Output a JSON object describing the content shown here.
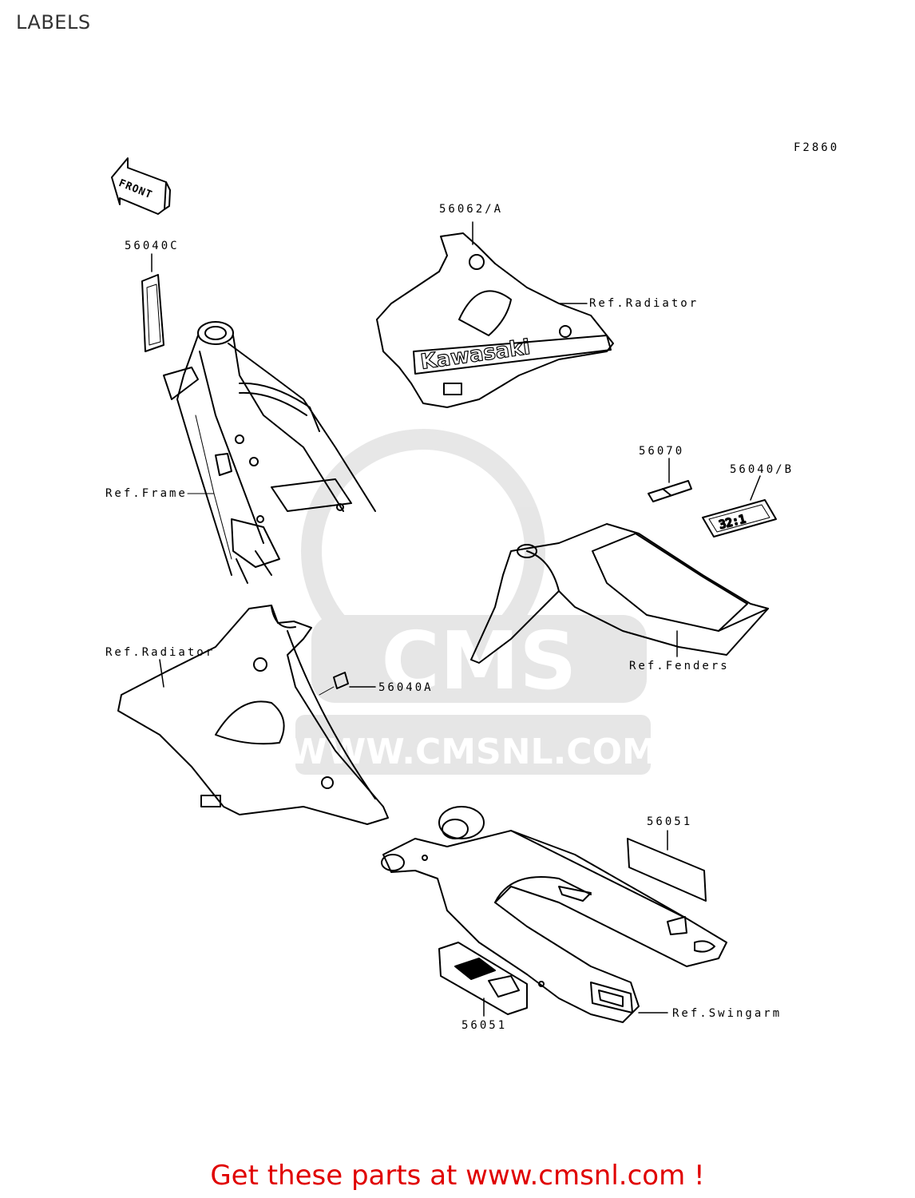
{
  "page": {
    "title": "LABELS"
  },
  "diagram": {
    "code": "F2860",
    "front_arrow": "FRONT",
    "callouts": {
      "p56040C": "56040C",
      "p56062A": "56062/A",
      "ref_radiator_top": "Ref.Radiator",
      "ref_frame": "Ref.Frame",
      "p56070": "56070",
      "p56040B": "56040/B",
      "ref_radiator_left": "Ref.Radiator",
      "p56040A": "56040A",
      "ref_fenders": "Ref.Fenders",
      "p56051_top": "56051",
      "p56051_bottom": "56051",
      "ref_swingarm": "Ref.Swingarm"
    },
    "decal_texts": {
      "shroud_brand": "Kawasaki",
      "fender_decal": "32:1"
    }
  },
  "watermark": {
    "url": "WWW.CMSNL.COM",
    "brand": "CMS"
  },
  "footer": {
    "text": "Get these parts at www.cmsnl.com !"
  }
}
